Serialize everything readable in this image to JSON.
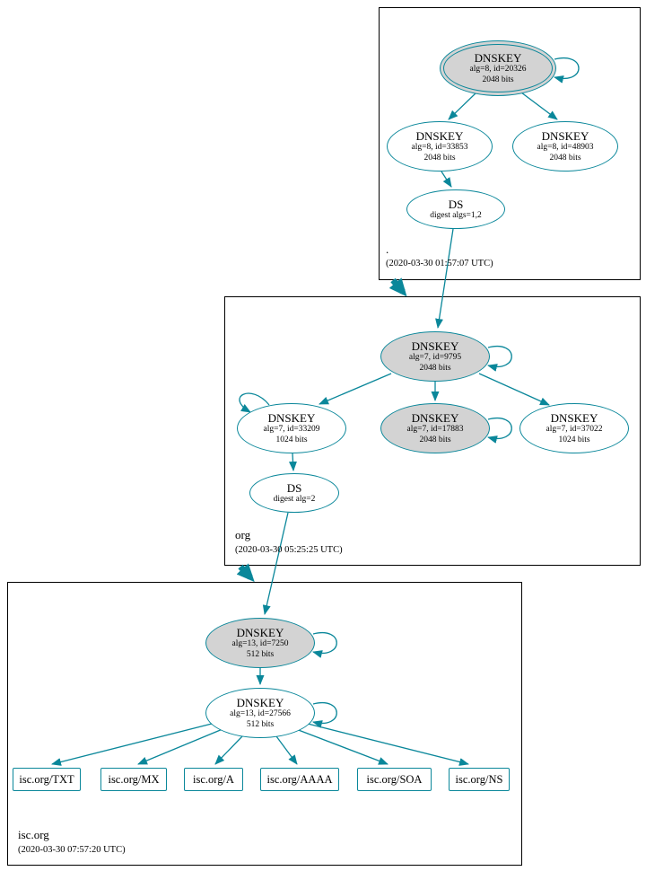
{
  "colors": {
    "accent_teal": "#0a879a",
    "sep_key_fill": "#d3d3d3",
    "zone_border": "#000000"
  },
  "root_zone": {
    "label": ".",
    "timestamp": "(2020-03-30 01:57:07 UTC)",
    "ksk": {
      "title": "DNSKEY",
      "line2": "alg=8, id=20326",
      "line3": "2048 bits"
    },
    "zsk1": {
      "title": "DNSKEY",
      "line2": "alg=8, id=33853",
      "line3": "2048 bits"
    },
    "zsk2": {
      "title": "DNSKEY",
      "line2": "alg=8, id=48903",
      "line3": "2048 bits"
    },
    "ds": {
      "title": "DS",
      "line2": "digest algs=1,2"
    }
  },
  "org_zone": {
    "label": "org",
    "timestamp": "(2020-03-30 05:25:25 UTC)",
    "ksk": {
      "title": "DNSKEY",
      "line2": "alg=7, id=9795",
      "line3": "2048 bits"
    },
    "zsk1": {
      "title": "DNSKEY",
      "line2": "alg=7, id=33209",
      "line3": "1024 bits"
    },
    "zsk2": {
      "title": "DNSKEY",
      "line2": "alg=7, id=17883",
      "line3": "2048 bits"
    },
    "zsk3": {
      "title": "DNSKEY",
      "line2": "alg=7, id=37022",
      "line3": "1024 bits"
    },
    "ds": {
      "title": "DS",
      "line2": "digest alg=2"
    }
  },
  "isc_zone": {
    "label": "isc.org",
    "timestamp": "(2020-03-30 07:57:20 UTC)",
    "ksk": {
      "title": "DNSKEY",
      "line2": "alg=13, id=7250",
      "line3": "512 bits"
    },
    "zsk": {
      "title": "DNSKEY",
      "line2": "alg=13, id=27566",
      "line3": "512 bits"
    },
    "rrsets": [
      {
        "label": "isc.org/TXT"
      },
      {
        "label": "isc.org/MX"
      },
      {
        "label": "isc.org/A"
      },
      {
        "label": "isc.org/AAAA"
      },
      {
        "label": "isc.org/SOA"
      },
      {
        "label": "isc.org/NS"
      }
    ]
  }
}
